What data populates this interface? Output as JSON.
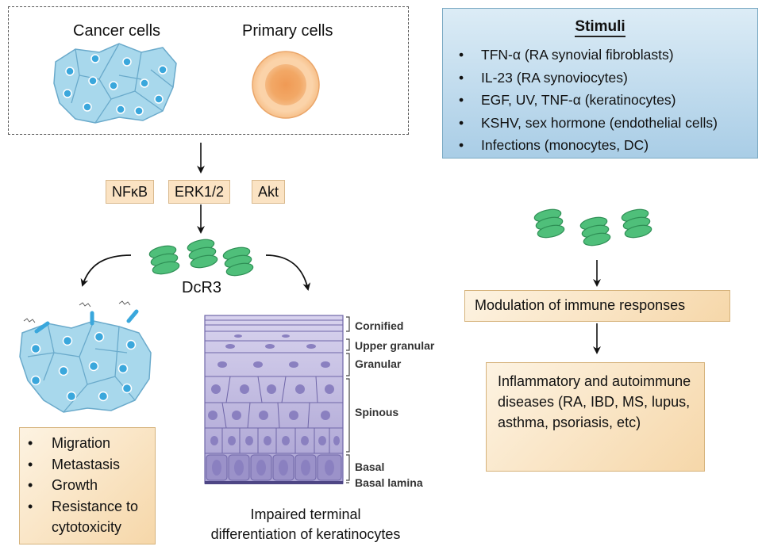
{
  "top": {
    "cancer_label": "Cancer cells",
    "primary_label": "Primary cells"
  },
  "pathways": [
    "NFκB",
    "ERK1/2",
    "Akt"
  ],
  "dcr3_label": "DcR3",
  "stimuli": {
    "title": "Stimuli",
    "items": [
      "TFN-α (RA synovial fibroblasts)",
      "IL-23 (RA synoviocytes)",
      "EGF, UV, TNF-α (keratinocytes)",
      "KSHV, sex hormone (endothelial cells)",
      "Infections (monocytes, DC)"
    ]
  },
  "cancer_effects": [
    "Migration",
    "Metastasis",
    "Growth",
    "Resistance to cytotoxicity"
  ],
  "keratinocytes": {
    "layers": [
      "Cornified",
      "Upper granular",
      "Granular",
      "Spinous",
      "Basal",
      "Basal lamina"
    ],
    "caption_line1": "Impaired terminal",
    "caption_line2": "differentiation of keratinocytes"
  },
  "immune": {
    "modulation": "Modulation of immune responses",
    "diseases": "Inflammatory and autoimmune diseases (RA, IBD, MS, lupus, asthma, psoriasis, etc)"
  },
  "colors": {
    "cell_fill": "#a8d8ec",
    "nucleus": "#3aa7dc",
    "protein_green": "#4fbf7a",
    "keratinocyte": "#b6afd8",
    "box_orange": "#f6d7a9",
    "box_blue": "#a9cde6"
  }
}
